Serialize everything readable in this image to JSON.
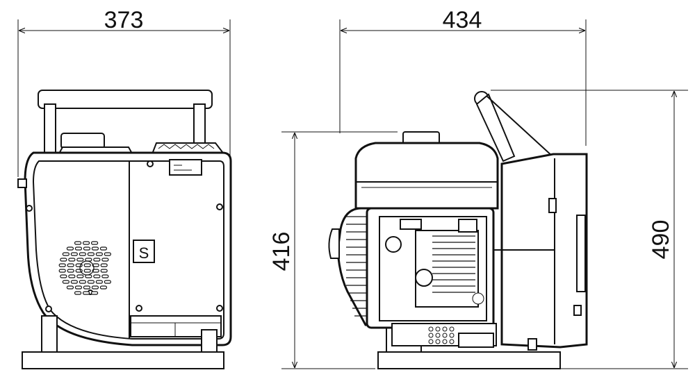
{
  "dimensions": {
    "front_width": "373",
    "side_width": "434",
    "side_height_left": "416",
    "side_height_right": "490"
  },
  "labels": {
    "panel_badge": "S"
  },
  "colors": {
    "line": "#111111",
    "background": "#ffffff"
  }
}
